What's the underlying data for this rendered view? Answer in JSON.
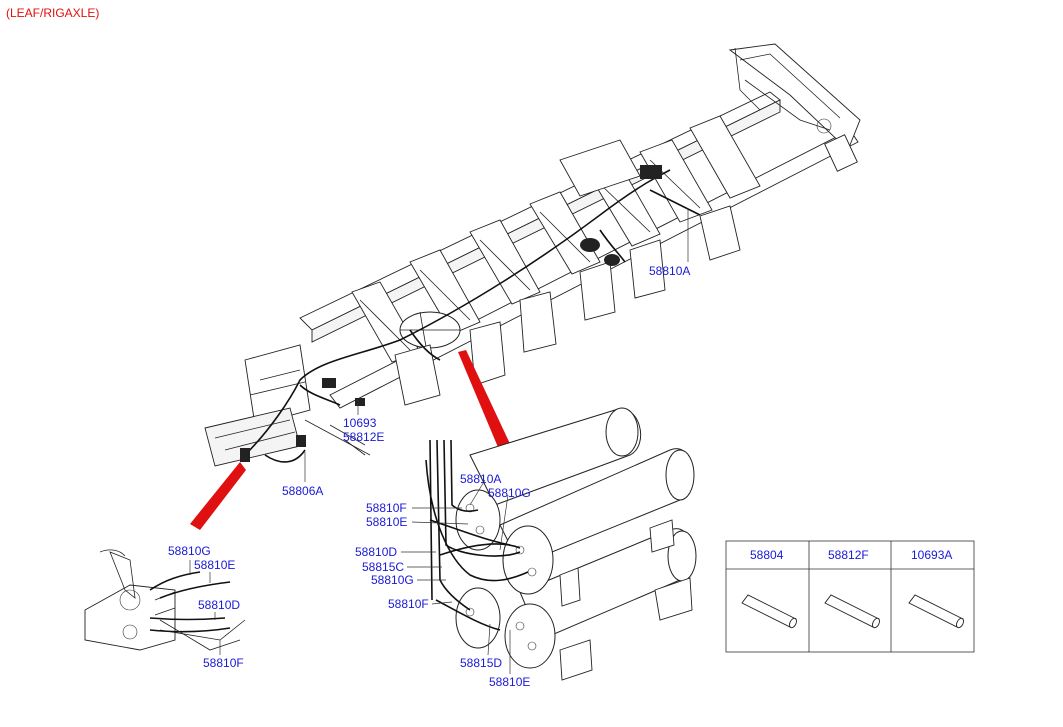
{
  "header": {
    "title": "(LEAF/RIGAXLE)"
  },
  "labels": {
    "p58810A_chassis": "58810A",
    "p10693": "10693",
    "p58812E": "58812E",
    "p58806A": "58806A",
    "p58810A_tank": "58810A",
    "p58810G_tank": "58810G",
    "p58810F_tank1": "58810F",
    "p58810E_tank1": "58810E",
    "p58810D_tank": "58810D",
    "p58815C": "58815C",
    "p58810G_tank2": "58810G",
    "p58810F_tank2": "58810F",
    "p58815D": "58815D",
    "p58810E_tank2": "58810E",
    "p58810G_detail": "58810G",
    "p58810E_detail": "58810E",
    "p58810D_detail": "58810D",
    "p58810F_detail": "58810F"
  },
  "parts_table": {
    "headers": [
      "58804",
      "58812F",
      "10693A"
    ],
    "item_icon": "tube-fitting-icon"
  },
  "colors": {
    "label_blue": "#1a1ad6",
    "header_red": "#e01010",
    "line": "#222222"
  }
}
